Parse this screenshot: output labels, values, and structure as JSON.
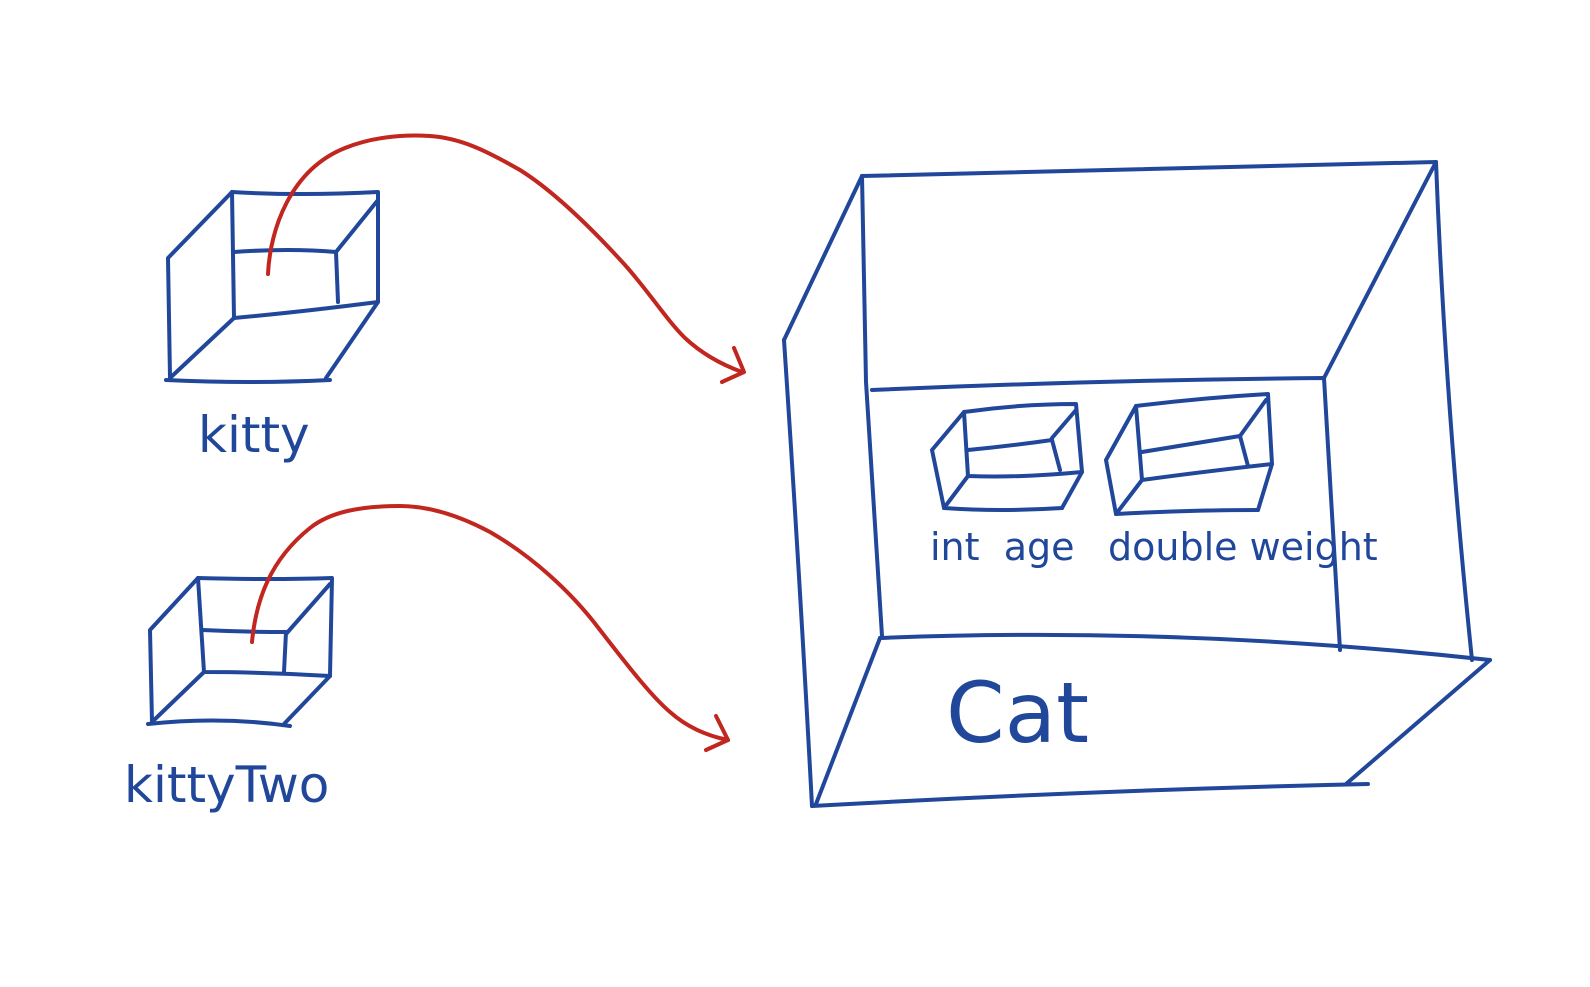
{
  "variables": [
    {
      "label": "kitty"
    },
    {
      "label": "kittyTwo"
    }
  ],
  "object": {
    "class_label": "Cat",
    "fields": [
      {
        "label": "int  age"
      },
      {
        "label": "double weight"
      }
    ]
  },
  "colors": {
    "box_stroke": "#21479b",
    "reference_arrow": "#c1261f",
    "background": "#ffffff"
  }
}
